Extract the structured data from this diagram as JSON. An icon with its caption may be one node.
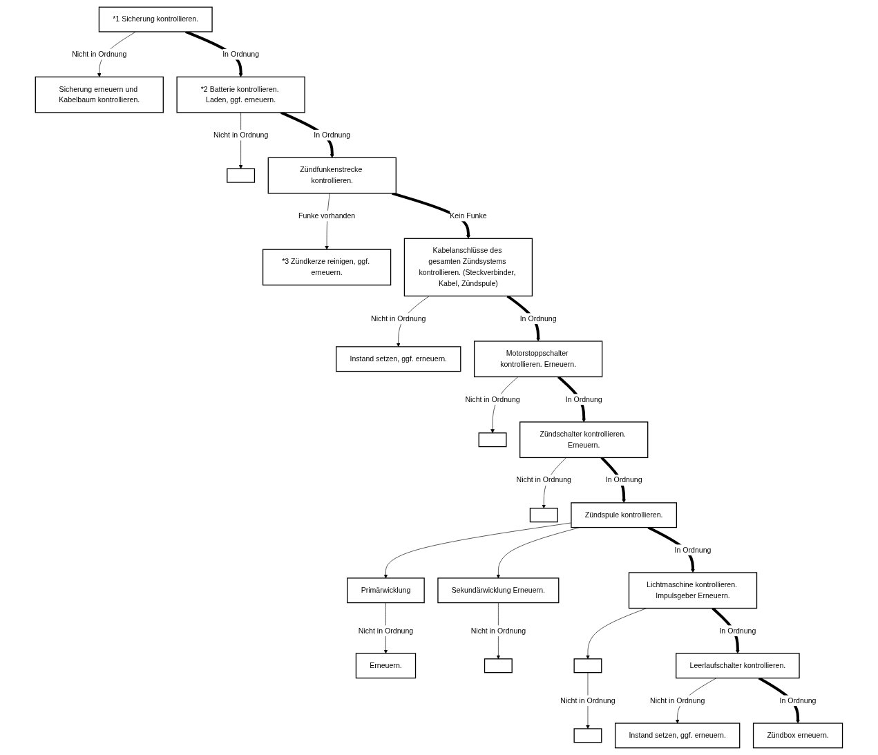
{
  "diagram": {
    "nodes": [
      {
        "text": [
          "*1 Sicherung kontrollieren."
        ]
      },
      {
        "text": [
          "Sicherung erneuern und Kabelbaum kontrollieren."
        ]
      },
      {
        "text": [
          "*2 Batterie kontrollieren. Laden, ggf. erneuern."
        ]
      },
      {
        "text": [],
        "shape": "box"
      },
      {
        "text": [
          "Zündfunkenstrecke kontrollieren."
        ]
      },
      {
        "text": [
          "*3 Zündkerze reinigen, ggf. erneuern."
        ]
      },
      {
        "text": [
          "Kabelanschlüsse des gesamten Zündsystems kontrollieren. (Steckverbinder, Kabel, Zündspule)"
        ]
      },
      {
        "text": [
          "Instand setzen, ggf. erneuern."
        ]
      },
      {
        "text": [
          "Motorstoppschalter kontrollieren. Erneuern."
        ]
      },
      {
        "text": [],
        "shape": "box"
      },
      {
        "text": [
          "Zündschalter kontrollieren. Erneuern."
        ]
      },
      {
        "text": [],
        "shape": "box"
      },
      {
        "text": [
          "Zündspule kontrollieren."
        ]
      },
      {
        "text": [
          "Primärwicklung"
        ]
      },
      {
        "text": [
          "Erneuern."
        ]
      },
      {
        "text": [
          "Sekundärwicklung Erneuern."
        ]
      },
      {
        "text": [],
        "shape": "box"
      },
      {
        "text": [
          "Lichtmaschine kontrollieren. Impulsgeber Erneuern."
        ]
      },
      {
        "text": [],
        "shape": "box"
      },
      {
        "text": [],
        "shape": "box"
      },
      {
        "text": [
          "Leerlaufschalter kontrollieren."
        ]
      },
      {
        "text": [
          "Instand setzen, ggf. erneuern."
        ]
      },
      {
        "text": [
          "Zündbox erneuern."
        ]
      }
    ],
    "edges": [
      {
        "from": 0,
        "to": 1,
        "arrow": "to",
        "label": "Nicht in Ordnung"
      },
      {
        "from": 0,
        "to": 2,
        "arrow": "to",
        "label": "In Ordnung",
        "style": "thick"
      },
      {
        "from": 2,
        "to": 3,
        "arrow": "to",
        "label": "Nicht in Ordnung"
      },
      {
        "from": 2,
        "to": 4,
        "arrow": "to",
        "label": "In Ordnung",
        "style": "thick"
      },
      {
        "from": 4,
        "to": 5,
        "arrow": "to",
        "label": "Funke vorhanden"
      },
      {
        "from": 4,
        "to": 6,
        "arrow": "to",
        "label": "Kein Funke",
        "style": "thick"
      },
      {
        "from": 6,
        "to": 7,
        "arrow": "to",
        "label": "Nicht in Ordnung"
      },
      {
        "from": 6,
        "to": 8,
        "arrow": "to",
        "label": "In Ordnung",
        "style": "thick"
      },
      {
        "from": 8,
        "to": 9,
        "arrow": "to",
        "label": "Nicht in Ordnung"
      },
      {
        "from": 8,
        "to": 10,
        "arrow": "to",
        "label": "In Ordnung",
        "style": "thick"
      },
      {
        "from": 10,
        "to": 11,
        "arrow": "to",
        "label": "Nicht in Ordnung"
      },
      {
        "from": 10,
        "to": 12,
        "arrow": "to",
        "label": "In Ordnung",
        "style": "thick"
      },
      {
        "from": 12,
        "to": 13,
        "arrow": "to"
      },
      {
        "from": 12,
        "to": 15,
        "arrow": "to"
      },
      {
        "from": 13,
        "to": 14,
        "arrow": "to",
        "label": "Nicht in Ordnung"
      },
      {
        "from": 15,
        "to": 16,
        "arrow": "to",
        "label": "Nicht in Ordnung"
      },
      {
        "from": 12,
        "to": 17,
        "arrow": "to",
        "label": "In Ordnung",
        "style": "thick"
      },
      {
        "from": 17,
        "to": 18,
        "arrow": "to"
      },
      {
        "from": 18,
        "to": 19,
        "arrow": "to",
        "label": "Nicht in Ordnung"
      },
      {
        "from": 17,
        "to": 20,
        "arrow": "to",
        "label": "In Ordnung",
        "style": "thick"
      },
      {
        "from": 20,
        "to": 21,
        "arrow": "to",
        "label": "Nicht in Ordnung"
      },
      {
        "from": 20,
        "to": 22,
        "arrow": "to",
        "label": "In Ordnung",
        "style": "thick"
      }
    ]
  }
}
